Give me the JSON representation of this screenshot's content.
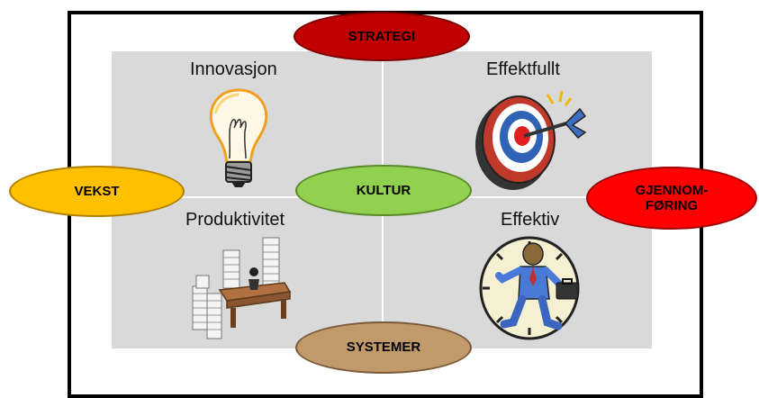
{
  "ellipses": {
    "strategi": "STRATEGI",
    "vekst": "VEKST",
    "kultur": "KULTUR",
    "gjennomforing_1": "GJENNOM-",
    "gjennomforing_2": "FØRING",
    "systemer": "SYSTEMER"
  },
  "quadrants": {
    "top_left": "Innovasjon",
    "top_right": "Effektfullt",
    "bottom_left": "Produktivitet",
    "bottom_right": "Effektiv"
  },
  "colors": {
    "strategi": "#c00000",
    "vekst": "#ffc000",
    "kultur": "#92d050",
    "gjennomforing": "#ff0000",
    "systemer": "#c19a6b",
    "panel": "#d9d9d9"
  },
  "icons": [
    "light-bulb-icon",
    "target-dart-icon",
    "paper-stacks-desk-icon",
    "clock-businessman-icon"
  ]
}
